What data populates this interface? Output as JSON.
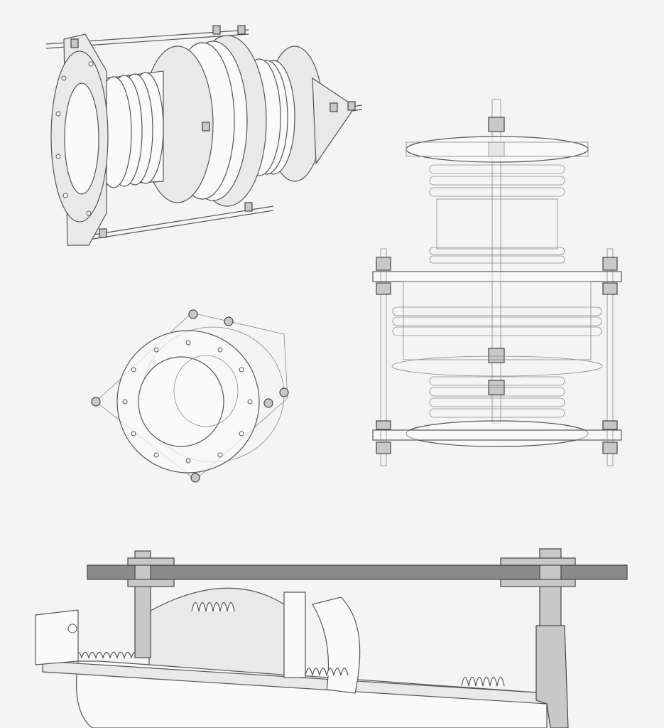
{
  "colors": {
    "background": "#f4f4f4",
    "line": "#555555",
    "metal_light": "#e9e9e9",
    "metal_dark": "#8a8a8a"
  },
  "illustrations": [
    {
      "id": "isometric-expansion-joint"
    },
    {
      "id": "front-elevation-transparent-joint"
    },
    {
      "id": "flange-end-view"
    },
    {
      "id": "cutaway-section-joint"
    }
  ]
}
